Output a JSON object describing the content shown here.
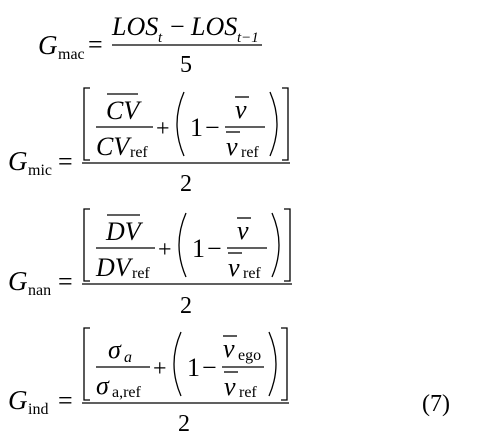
{
  "equations": {
    "g_mac": {
      "lhs_symbol": "G",
      "lhs_subscript": "mac",
      "equals": "=",
      "numerator_term1": "LOS",
      "numerator_term1_sub": "t",
      "minus": "−",
      "numerator_term2": "LOS",
      "numerator_term2_sub": "t−1",
      "denominator": "5"
    },
    "g_mic": {
      "lhs_symbol": "G",
      "lhs_subscript": "mic",
      "equals": "=",
      "frac1_num": "CV",
      "frac1_den": "CV",
      "frac1_den_sub": "ref",
      "plus": "+",
      "one": "1",
      "minus": "−",
      "frac2_num": "v",
      "frac2_den": "v",
      "frac2_den_sub": "ref",
      "denominator": "2"
    },
    "g_nan": {
      "lhs_symbol": "G",
      "lhs_subscript": "nan",
      "equals": "=",
      "frac1_num": "DV",
      "frac1_den": "DV",
      "frac1_den_sub": "ref",
      "plus": "+",
      "one": "1",
      "minus": "−",
      "frac2_num": "v",
      "frac2_den": "v",
      "frac2_den_sub": "ref",
      "denominator": "2"
    },
    "g_ind": {
      "lhs_symbol": "G",
      "lhs_subscript": "ind",
      "equals": "=",
      "frac1_num": "σ",
      "frac1_num_sub": "a",
      "frac1_den": "σ",
      "frac1_den_sub": "a,ref",
      "plus": "+",
      "one": "1",
      "minus": "−",
      "frac2_num": "v",
      "frac2_num_sub": "ego",
      "frac2_den": "v",
      "frac2_den_sub": "ref",
      "denominator": "2"
    }
  },
  "equation_number": "(7)"
}
